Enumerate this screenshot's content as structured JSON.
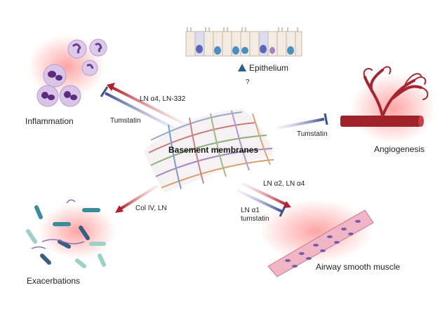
{
  "center": {
    "label": "Basement membranes"
  },
  "nodes": {
    "inflammation": "Inflammation",
    "epithelium": "Epithelium",
    "angiogenesis": "Angiogenesis",
    "exacerbations": "Exacerbations",
    "airway_smooth_muscle": "Airway smooth muscle"
  },
  "arrows": {
    "inflammation_promote": "LN α4, LN-332",
    "inflammation_inhibit": "Tumstatin",
    "epithelium": "?",
    "angiogenesis_inhibit": "Tumstatin",
    "exacerbations_promote": "Col IV, LN",
    "asm_promote": "LN α2, LN α4",
    "asm_inhibit_line1": "LN α1",
    "asm_inhibit_line2": "tumstatin"
  },
  "colors": {
    "promote": "#b0212b",
    "inhibit": "#3f4f8f",
    "epithelium_arrow": "#2d5c8a",
    "vessel": "#9e2228",
    "glow": "#ff6b6b"
  },
  "icons": [
    "neutrophil-cell-icon",
    "epithelium-layer-icon",
    "blood-vessel-icon",
    "bacteria-icon",
    "smooth-muscle-icon",
    "basement-membrane-mesh-icon"
  ]
}
